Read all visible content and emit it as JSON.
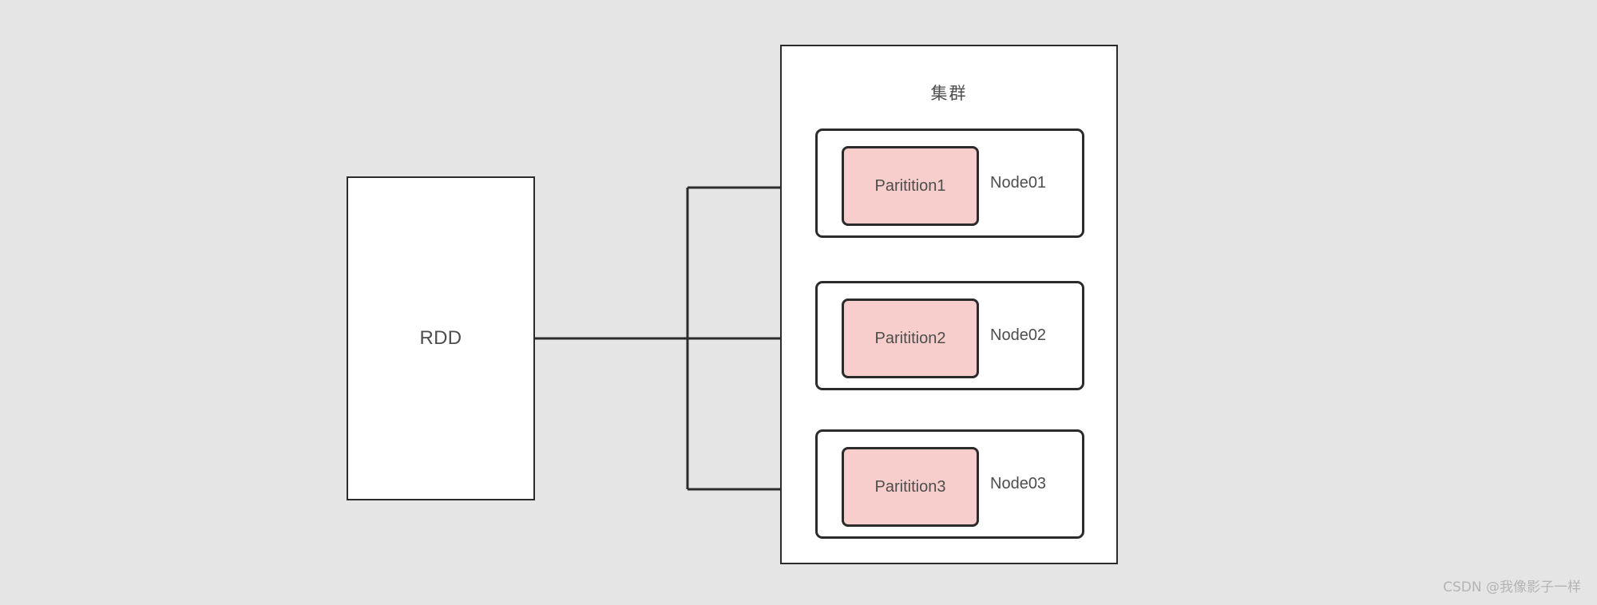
{
  "diagram": {
    "background_color": "#e5e5e5",
    "stroke_color": "#2b2b2b",
    "text_color": "#4d4d4d",
    "partition_fill_color": "#f8cecc",
    "node_fill_color": "#ffffff",
    "source": {
      "label": "RDD"
    },
    "cluster": {
      "title": "集群",
      "nodes": [
        {
          "partition_label": "Paritition1",
          "node_label": "Node01"
        },
        {
          "partition_label": "Paritition2",
          "node_label": "Node02"
        },
        {
          "partition_label": "Paritition3",
          "node_label": "Node03"
        }
      ]
    },
    "connectors": [
      {
        "from": "RDD",
        "to": "Paritition1",
        "style": "orthogonal-arrow"
      },
      {
        "from": "RDD",
        "to": "Paritition2",
        "style": "orthogonal-arrow"
      },
      {
        "from": "RDD",
        "to": "Paritition3",
        "style": "orthogonal-arrow"
      }
    ]
  },
  "watermark": {
    "text": "CSDN @我像影子一样"
  }
}
